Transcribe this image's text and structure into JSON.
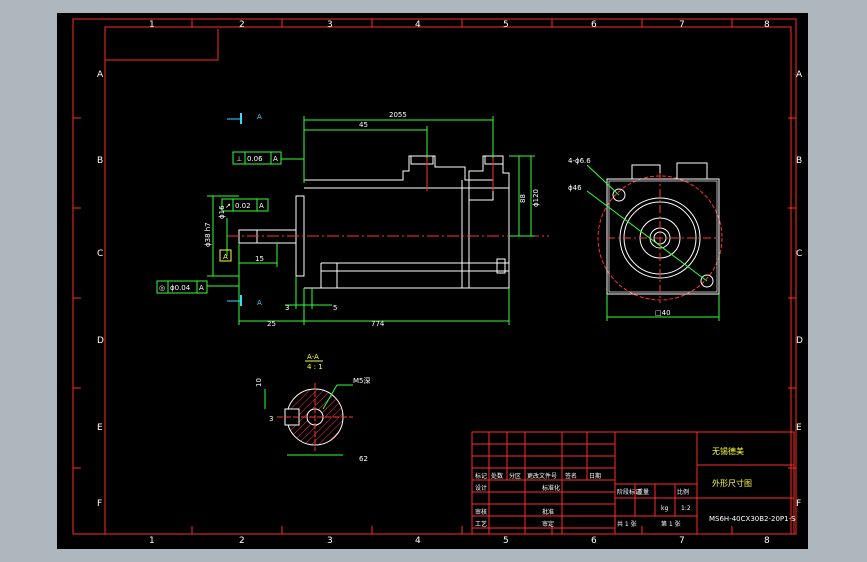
{
  "drawing": {
    "columns": [
      "1",
      "2",
      "3",
      "4",
      "5",
      "6",
      "7",
      "8"
    ],
    "rows": [
      "A",
      "B",
      "C",
      "D",
      "E",
      "F"
    ],
    "dimensions": {
      "overall_top": "2055",
      "body_45": "45",
      "perp_value": "0.06",
      "perp_datum": "A",
      "runout_value": "0.02",
      "runout_datum": "A",
      "concentric_value": "ϕ0.04",
      "concentric_datum": "A",
      "datum_box": "A",
      "shaft_dia": "ϕ38 h7",
      "shaft_small": "ϕ16",
      "key_len": "15",
      "h_88": "88",
      "h_120": "ϕ120",
      "left_25": "25",
      "len_774": "774",
      "three": "3",
      "five": "5",
      "four_holes": "4-ϕ6.6",
      "pcd": "ϕ46",
      "square": "□40",
      "section_label": "A-A",
      "section_scale": "4 : 1",
      "section_h": "10",
      "section_w": "62",
      "section_3": "3",
      "section_ann": "M5深",
      "cut_a": "A"
    }
  },
  "title_block": {
    "company": "无锡德美",
    "drawing_title": "外形尺寸图",
    "part_number": "MS6H-40CX30B2-20P1-S",
    "scale_label": "1:2",
    "kg_label": "kg",
    "row_labels": [
      "标记",
      "设计",
      "审核",
      "工艺"
    ],
    "header_labels": [
      "处数",
      "分区",
      "更改文件号",
      "签名",
      "日期"
    ],
    "std_label": "标准化",
    "approve_label": "批准",
    "check_label": "审定",
    "sheet_left": "共 1 张",
    "sheet_right": "第 1 张",
    "stage_label": "阶段标记",
    "weight_label": "重量",
    "ratio_label": "比例"
  },
  "colors": {
    "screen_bg": "#aeb6be",
    "paper_bg": "#000000",
    "border": "#ff2a2a",
    "outline": "#ffffff",
    "dimension": "#33ff33",
    "center_line": "#ff3333",
    "section_hatch": "#ff3333",
    "label_yellow": "#ffff33",
    "cut_marker": "#3ad7ff"
  }
}
